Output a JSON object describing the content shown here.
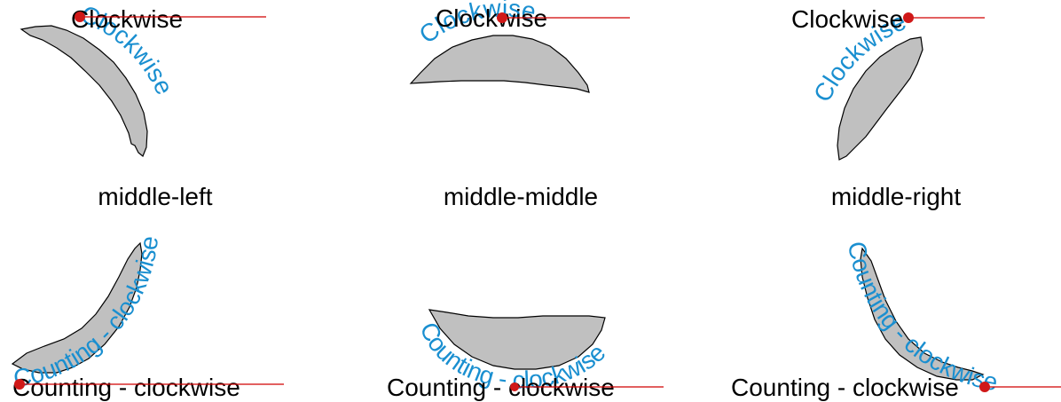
{
  "colors": {
    "shape_fill": "#c0c0c0",
    "path_text": "#1a8fd0",
    "anchor": "#d01818",
    "plain_text": "#000000"
  },
  "row_labels": [
    "middle-left",
    "middle-middle",
    "middle-right"
  ],
  "panels": [
    {
      "plain_text": "Clockwise",
      "path_text": "Clockwise",
      "row": "top",
      "alignment": "left"
    },
    {
      "plain_text": "Clockwise",
      "path_text": "Clockwise",
      "row": "top",
      "alignment": "middle"
    },
    {
      "plain_text": "Clockwise",
      "path_text": "Clockwise",
      "row": "top",
      "alignment": "right"
    },
    {
      "plain_text": "Counting - clockwise",
      "path_text": "Counting - clockwise",
      "row": "bottom",
      "alignment": "left"
    },
    {
      "plain_text": "Counting - clockwise",
      "path_text": "Counting - clockwise",
      "row": "bottom",
      "alignment": "middle"
    },
    {
      "plain_text": "Counting - clockwise",
      "path_text": "Counting - clockwise",
      "row": "bottom",
      "alignment": "right"
    }
  ]
}
